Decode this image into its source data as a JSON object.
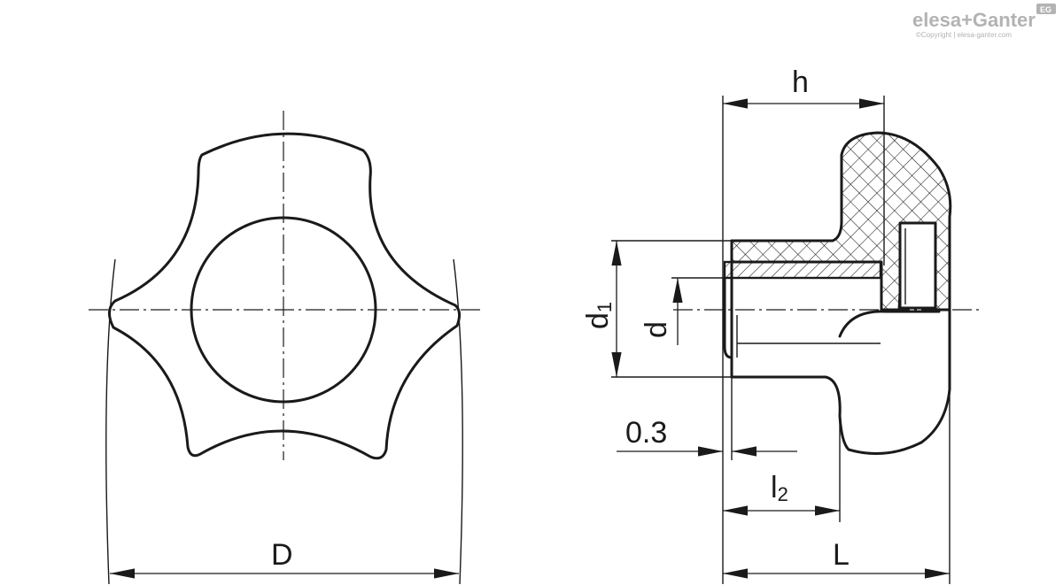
{
  "brand": {
    "name": "elesa+Ganter",
    "badge": "EG",
    "copyright": "©Copyright | elesa-ganter.com"
  },
  "dimensions": {
    "D": "D",
    "h": "h",
    "d1_main": "d",
    "d1_sub": "1",
    "d": "d",
    "gap": "0.3",
    "l2_main": "l",
    "l2_sub": "2",
    "L": "L"
  },
  "colors": {
    "line": "#1a1a1a",
    "logo": "#b3b3b3",
    "background": "#ffffff"
  }
}
